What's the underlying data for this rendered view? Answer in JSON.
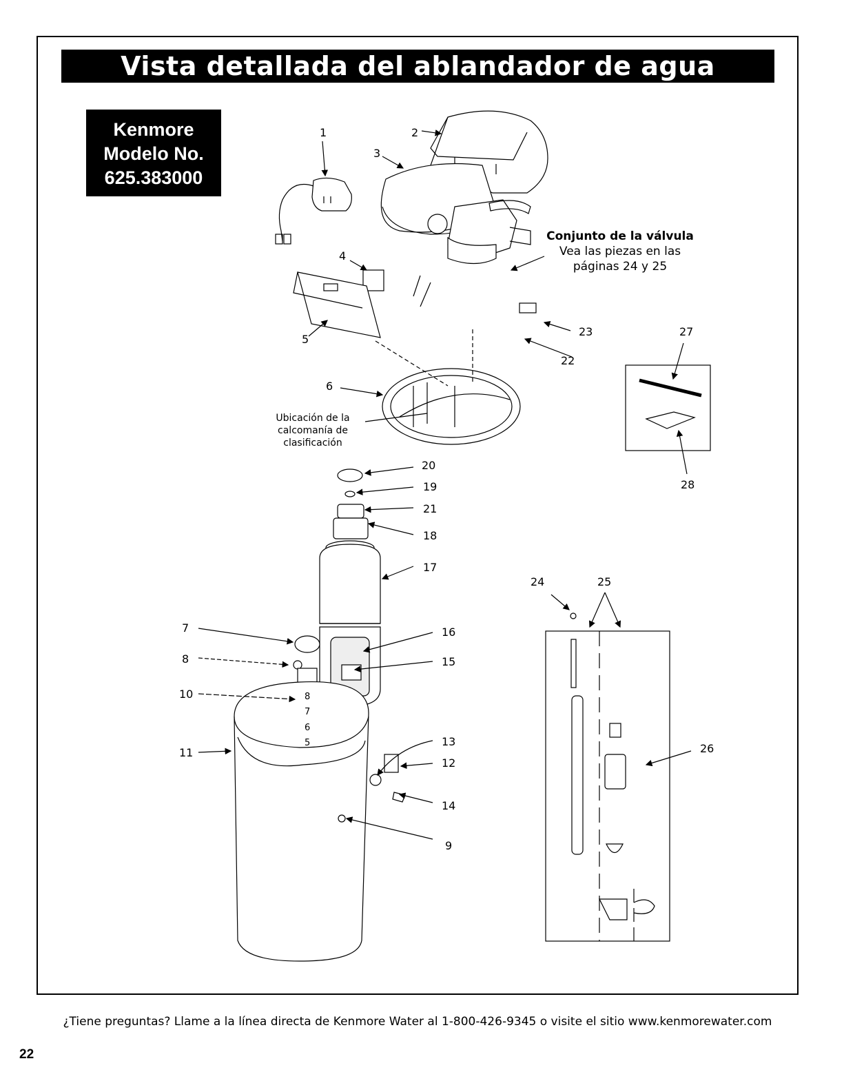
{
  "title": "Vista detallada del ablandador de agua",
  "model": {
    "brand": "Kenmore",
    "label": "Modelo No.",
    "number": "625.383000"
  },
  "valve_note": {
    "heading": "Conjunto de la válvula",
    "line1": "Vea las piezas en las",
    "line2": "páginas 24 y 25"
  },
  "decal_note": {
    "line1": "Ubicación de la",
    "line2": "calcomanía de",
    "line3": "clasificación"
  },
  "callouts": [
    "1",
    "2",
    "3",
    "4",
    "5",
    "6",
    "7",
    "8",
    "9",
    "10",
    "11",
    "12",
    "13",
    "14",
    "15",
    "16",
    "17",
    "18",
    "19",
    "20",
    "21",
    "22",
    "23",
    "24",
    "25",
    "26",
    "27",
    "28"
  ],
  "tube_marks": [
    "8",
    "7",
    "6",
    "5"
  ],
  "footer": "¿Tiene preguntas? Llame a la línea directa de Kenmore Water al 1-800-426-9345 o visite el sitio www.kenmorewater.com",
  "page_number": "22"
}
